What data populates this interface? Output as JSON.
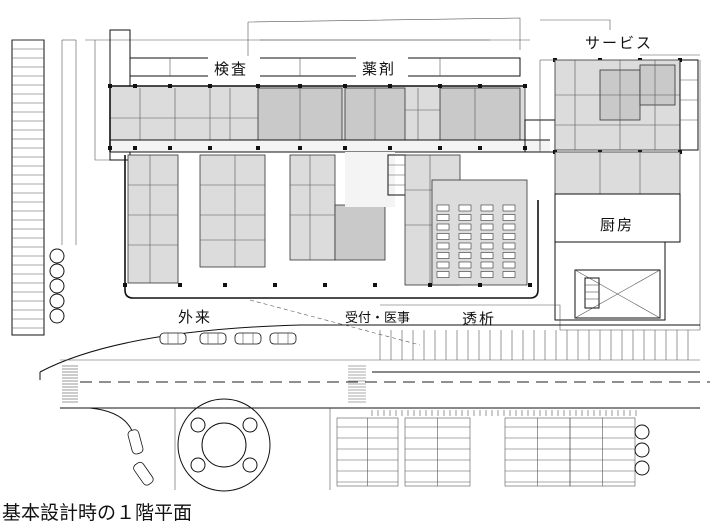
{
  "labels": {
    "inspection": "検査",
    "pharmacy": "薬剤",
    "service": "サービス",
    "kitchen": "厨房",
    "outpatient": "外来",
    "reception": "受付・医事",
    "dialysis": "透析"
  },
  "caption": "基本設計時の１階平面"
}
